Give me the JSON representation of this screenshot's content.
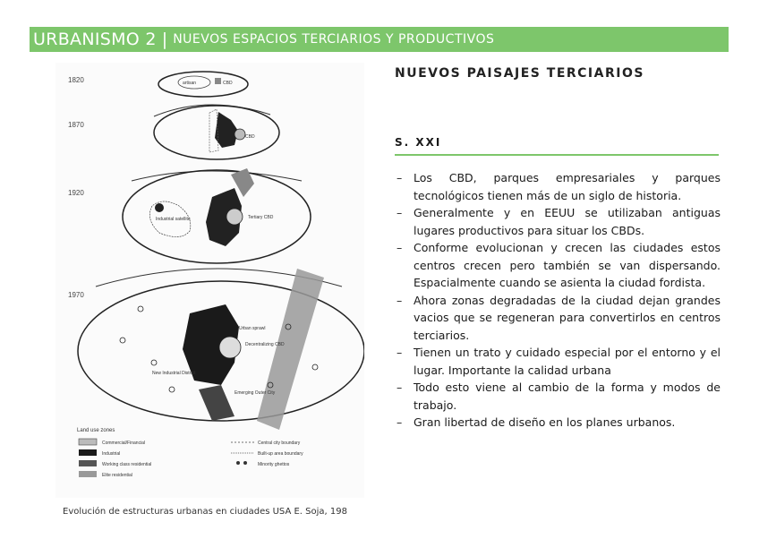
{
  "header": {
    "main": "URBANISMO 2",
    "separator": "|",
    "subtitle": "NUEVOS ESPACIOS TERCIARIOS Y PRODUCTIVOS"
  },
  "title": "NUEVOS PAISAJES TERCIARIOS",
  "section": "S. XXI",
  "bullet_marker": "–",
  "bullets": [
    "Los CBD, parques empresariales y parques tecnológicos tienen más de un siglo de historia.",
    "Generalmente y en EEUU se utilizaban antiguas lugares productivos para situar los CBDs.",
    "Conforme evolucionan y crecen las ciudades estos centros crecen pero también se van dispersando. Espacialmente cuando se asienta la ciudad fordista.",
    "Ahora zonas degradadas de la ciudad dejan grandes vacios que se regeneran para convertirlos en centros terciarios.",
    "Tienen un trato y cuidado especial por el entorno y el lugar. Importante la calidad urbana",
    "Todo esto viene al cambio de la forma y modos de trabajo.",
    "Gran libertad de diseño en los planes urbanos."
  ],
  "caption": "Evolución de estructuras urbanas en ciudades USA E. Soja, 198",
  "figure": {
    "years": [
      "1820",
      "1870",
      "1920",
      "1970"
    ],
    "labels": {
      "artisan": "artisan",
      "cbd": "CBD",
      "industrial": "Industrial",
      "industrial_satellite": "Industrial satellite",
      "tertiary_cbd": "Tertiary CBD",
      "suburban": "Urban sprawl",
      "center_cbd": "Decentralizing CBD",
      "new_industrial": "New Industrial District",
      "outer_city": "Emerging Outer City",
      "legend_title": "Land use zones"
    },
    "legend": [
      "Commercial/Financial",
      "Industrial",
      "Working class residential",
      "Elite residential",
      "Central city boundary",
      "Built-up area boundary",
      "Minority ghettos"
    ]
  },
  "colors": {
    "accent": "#7dc66b",
    "header_text": "#ffffff"
  }
}
